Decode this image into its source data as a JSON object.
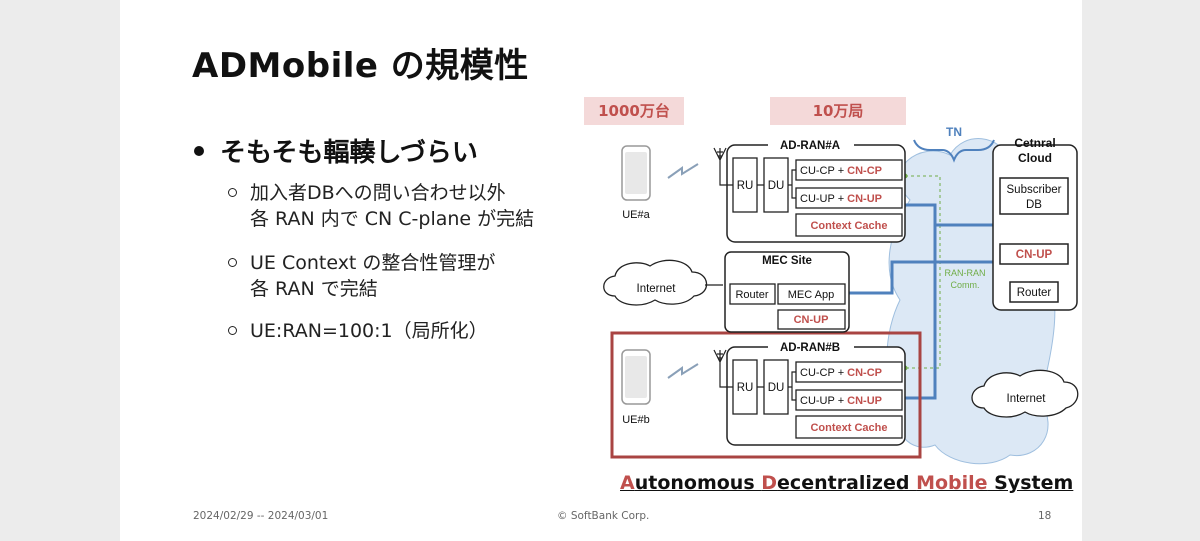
{
  "slide": {
    "title": "ADMobile の規模性",
    "bullet_main": "そもそも輻輳しづらい",
    "sub_bullets": [
      {
        "line1": "加入者DBへの問い合わせ以外",
        "line2": "各 RAN 内で CN C-plane が完結"
      },
      {
        "line1": "UE Context の整合性管理が",
        "line2": "各 RAN で完結"
      },
      {
        "line1": "UE:RAN=100:1（局所化）",
        "line2": ""
      }
    ],
    "footer": {
      "date": "2024/02/29 -- 2024/03/01",
      "copyright": "© SoftBank Corp.",
      "page": "18"
    }
  },
  "diagram": {
    "banner_left": "1000万台",
    "banner_right": "10万局",
    "tn_label": "TN",
    "cloud_title_1": "Cetnral",
    "cloud_title_2": "Cloud",
    "subscriber_1": "Subscriber",
    "subscriber_2": "DB",
    "cloud_cnup": "CN-UP",
    "cloud_router": "Router",
    "ran_a_title": "AD-RAN#A",
    "ran_b_title": "AD-RAN#B",
    "ru": "RU",
    "du": "DU",
    "cu_cp": "CU-CP + ",
    "cn_cp": "CN-CP",
    "cu_up": "CU-UP + ",
    "cn_up": "CN-UP",
    "context_cache": "Context Cache",
    "ue_a": "UE#a",
    "ue_b": "UE#b",
    "mec_title": "MEC Site",
    "mec_router": "Router",
    "mec_app": "MEC App",
    "mec_cnup": "CN-UP",
    "internet": "Internet",
    "ran_comm_1": "RAN-RAN",
    "ran_comm_2": "Comm.",
    "caption": {
      "a1": "A",
      "a2": "utonomous ",
      "d1": "D",
      "d2": "ecentralized ",
      "m1": "Mobile",
      "s1": " System"
    },
    "colors": {
      "accent_red": "#c0504d",
      "tn_blue": "#4f81bd",
      "cloud_fill": "#dce8f5",
      "comm_green": "#70ad47"
    }
  }
}
